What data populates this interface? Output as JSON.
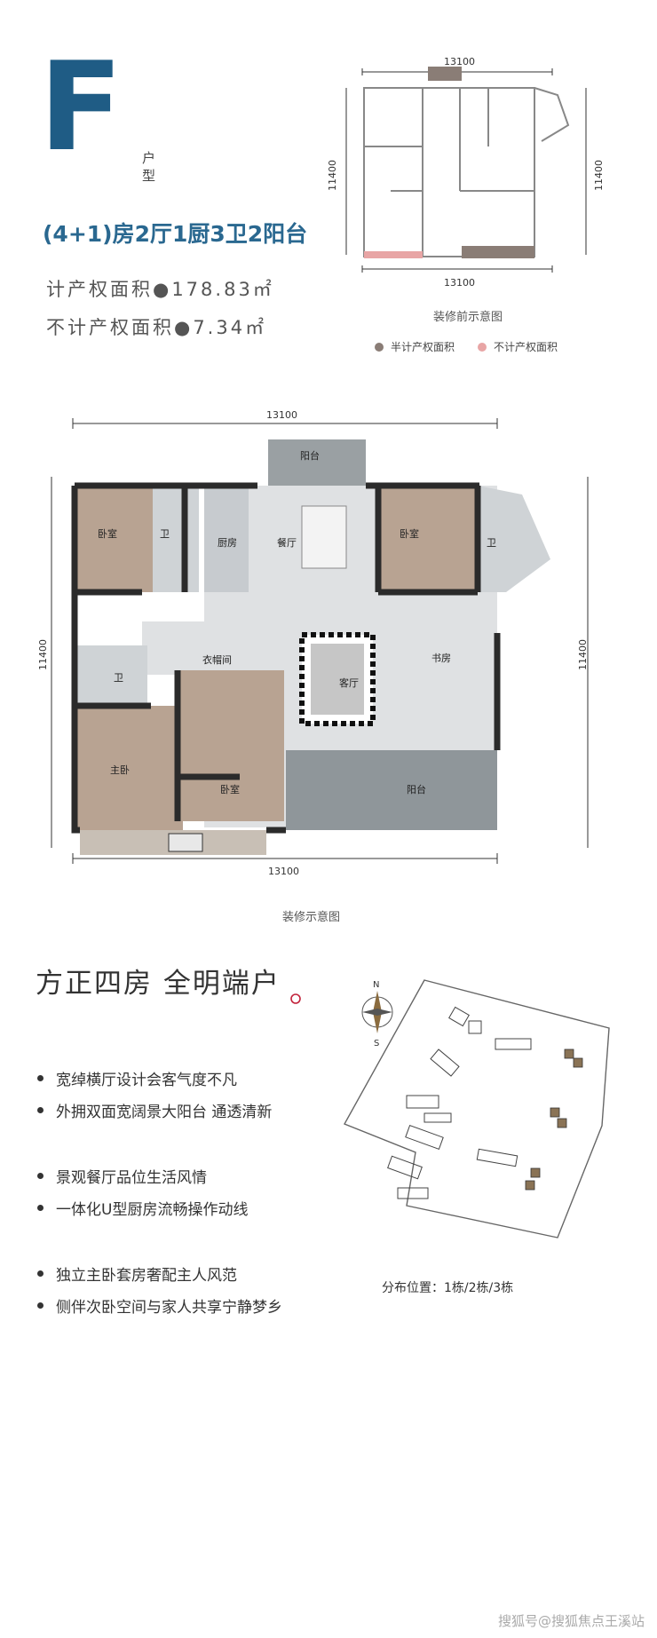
{
  "type_block": {
    "letter": "F",
    "suffix": "户型"
  },
  "layout_title": "(4+1)房2厅1厨3卫2阳台",
  "area": {
    "line1": "计产权面积●178.83㎡",
    "line2": "不计产权面积●7.34㎡"
  },
  "small_plan": {
    "dim_top": "13100",
    "dim_bottom": "13100",
    "dim_left": "11400",
    "dim_right": "11400",
    "caption": "装修前示意图"
  },
  "legend": {
    "item1": "半计产权面积",
    "item2": "不计产权面积",
    "color1": "#8a7d76",
    "color2": "#e8a5a5"
  },
  "large_plan": {
    "dim_top": "13100",
    "dim_bottom": "13100",
    "dim_left": "11400",
    "dim_right": "11400",
    "caption": "装修示意图",
    "rooms": {
      "balcony_top": "阳台",
      "bedroom_tl": "卧室",
      "bath_tl": "卫",
      "kitchen": "厨房",
      "dining": "餐厅",
      "bedroom_tr": "卧室",
      "bath_tr": "卫",
      "bath_l": "卫",
      "closet": "衣帽间",
      "master": "主卧",
      "bedroom_m": "卧室",
      "living": "客厅",
      "study": "书房",
      "balcony_bottom": "阳台"
    }
  },
  "headline": "方正四房 全明端户",
  "features": [
    "宽绰横厅设计会客气度不凡",
    "外拥双面宽阔景大阳台 通透清新",
    "景观餐厅品位生活风情",
    "一体化U型厨房流畅操作动线",
    "独立主卧套房奢配主人风范",
    "侧伴次卧空间与家人共享宁静梦乡"
  ],
  "compass": {
    "north": "N",
    "south": "S"
  },
  "site_plan_caption": "分布位置：1栋/2栋/3栋",
  "watermark": "搜狐号@搜狐焦点王溪站",
  "colors": {
    "brand_blue": "#1f5c85",
    "title_blue": "#2a6890",
    "wall": "#2b2b2b",
    "floor_wood": "#b8a392"
  }
}
